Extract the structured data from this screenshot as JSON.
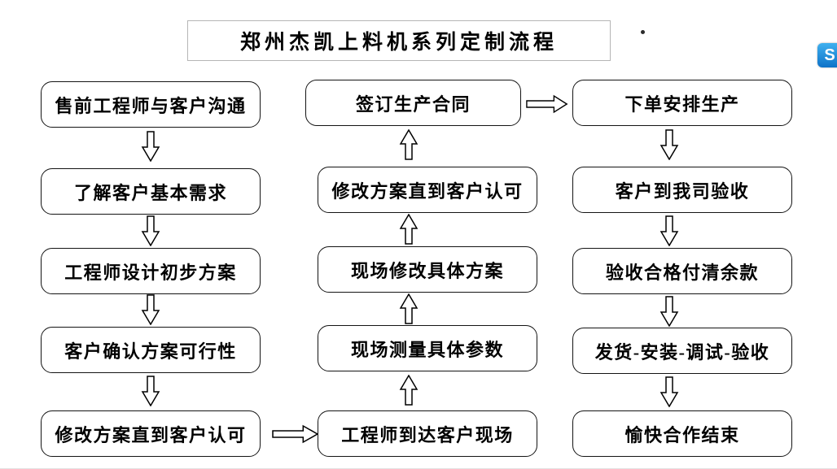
{
  "title": "郑州杰凯上料机系列定制流程",
  "flow": {
    "left_column": [
      "售前工程师与客户沟通",
      "了解客户基本需求",
      "工程师设计初步方案",
      "客户确认方案可行性",
      "修改方案直到客户认可"
    ],
    "middle_column": [
      "签订生产合同",
      "修改方案直到客户认可",
      "现场修改具体方案",
      "现场测量具体参数",
      "工程师到达客户现场"
    ],
    "right_column": [
      "下单安排生产",
      "客户到我司验收",
      "验收合格付清余款",
      "发货-安装-调试-验收",
      "愉快合作结束"
    ]
  },
  "floating_icon": {
    "glyph": "S",
    "color": "#1a7ad4"
  },
  "colors": {
    "box_border": "#141414",
    "box_background": "#ffffff",
    "title_border": "#b5b5b5"
  }
}
